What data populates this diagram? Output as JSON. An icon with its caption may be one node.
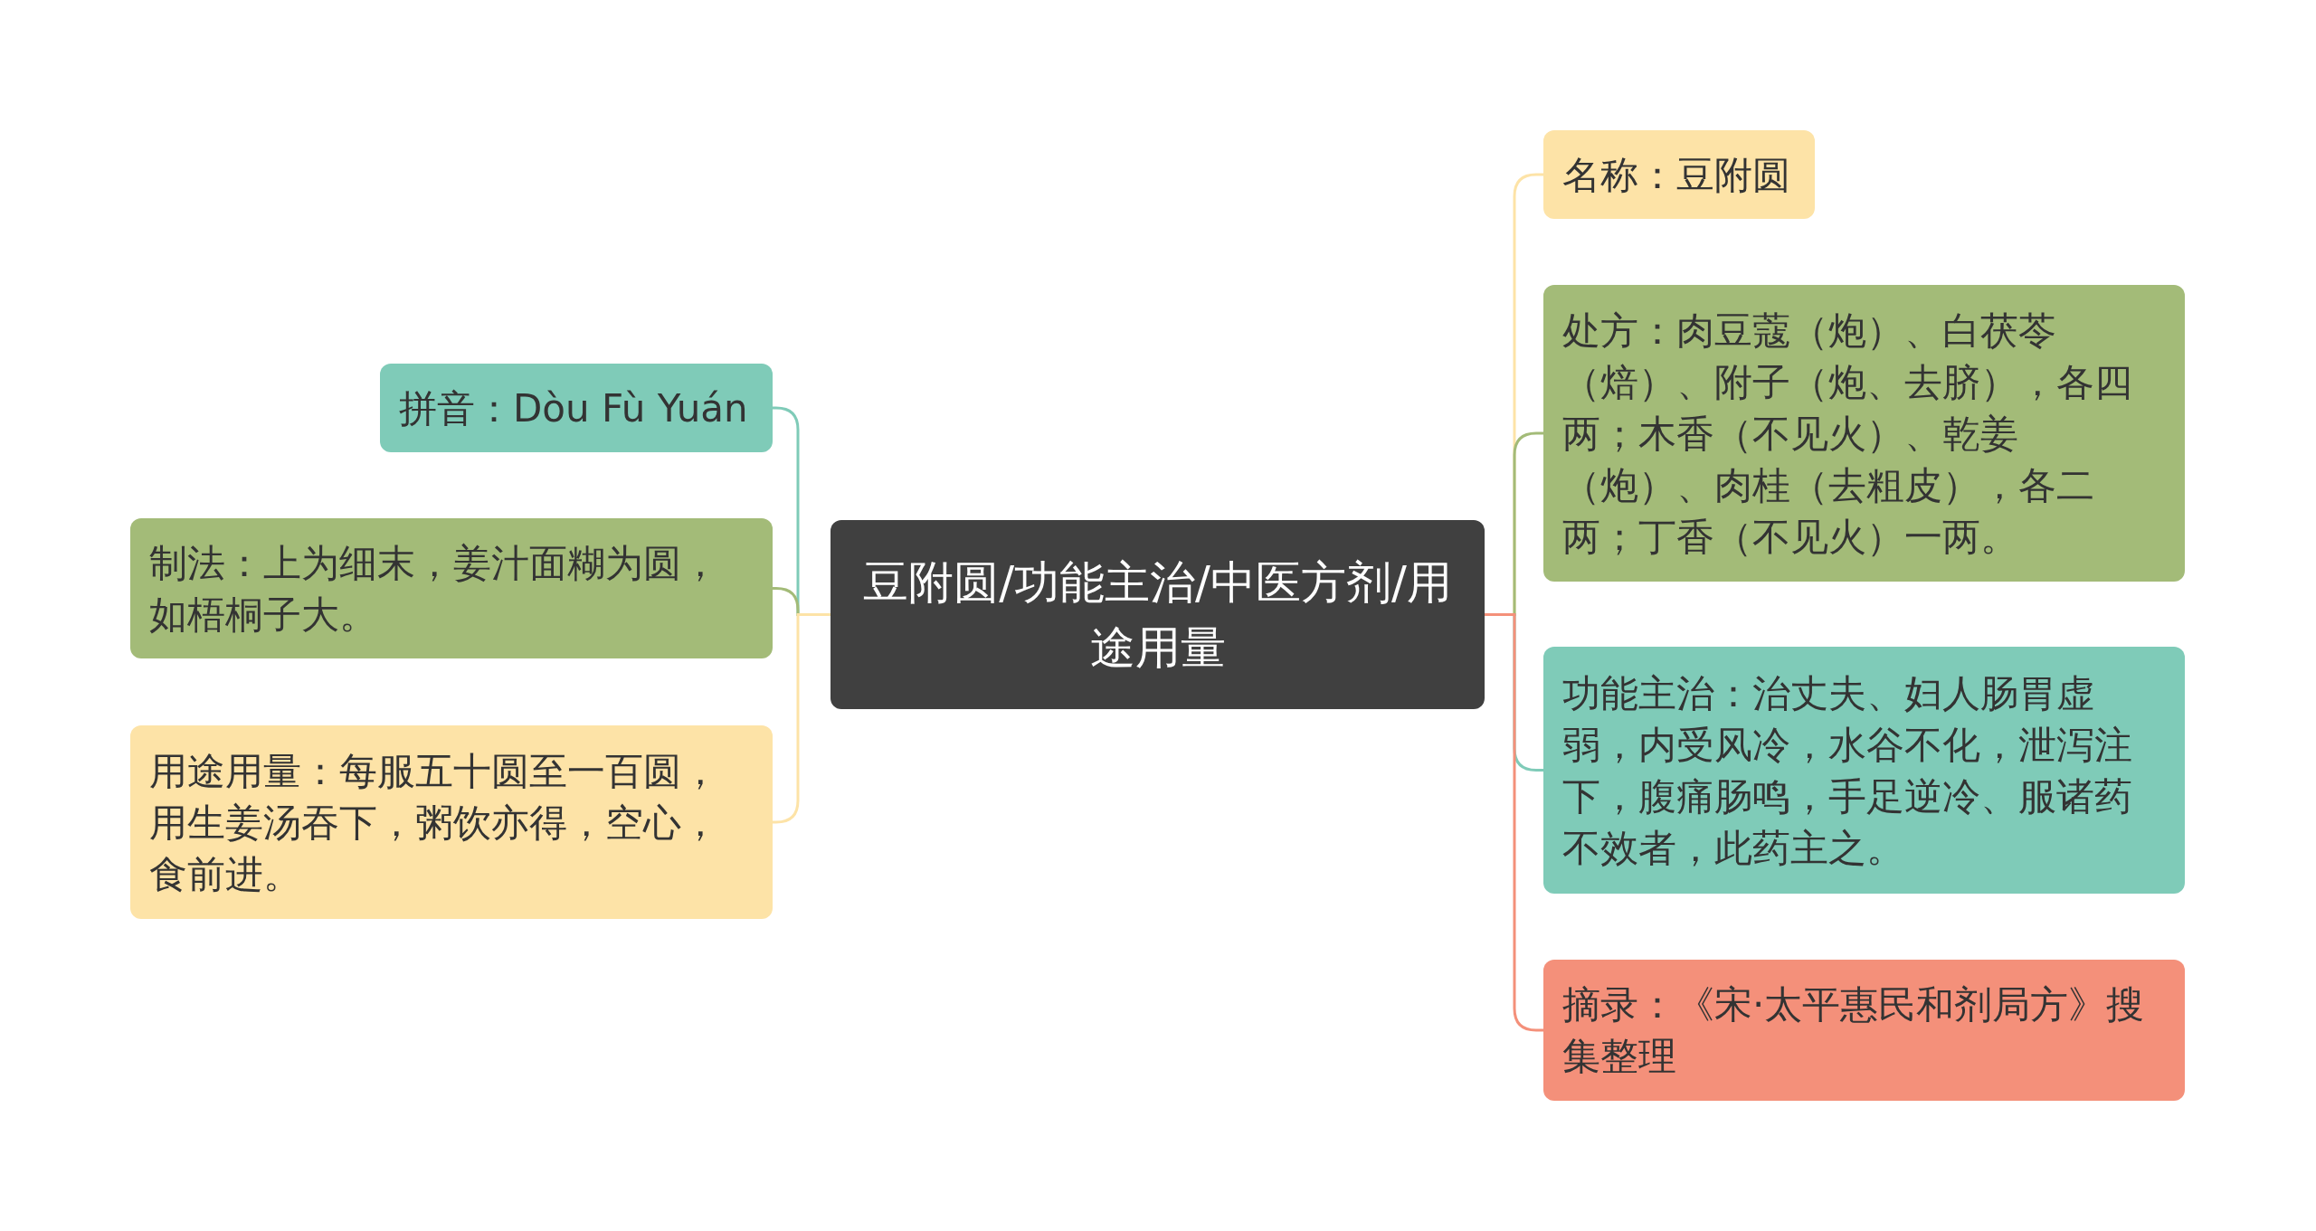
{
  "diagram": {
    "nodes": [
      {
        "text": [
          "豆附圆/功能主治/中医方剂/用途用量"
        ]
      },
      {
        "text": [
          "拼音：Dòu Fù Yuán"
        ]
      },
      {
        "text": [
          "制法：上为细末，姜汁面糊为圆，如梧桐子大。"
        ]
      },
      {
        "text": [
          "用途用量：每服五十圆至一百圆，用生姜汤吞下，粥饮亦得，空心，食前进。"
        ]
      },
      {
        "text": [
          "名称：豆附圆"
        ]
      },
      {
        "text": [
          "处方：肉豆蔻（炮）、白茯苓（焙）、附子（炮、去脐），各四两；木香（不见火）、乾姜（炮）、肉桂（去粗皮），各二两；丁香（不见火）一两。"
        ]
      },
      {
        "text": [
          "功能主治：治丈夫、妇人肠胃虚弱，内受风冷，水谷不化，泄泻注下，腹痛肠鸣，手足逆冷、服诸药不效者，此药主之。"
        ]
      },
      {
        "text": [
          "摘录：《宋·太平惠民和剂局方》搜集整理"
        ]
      }
    ],
    "edges": [
      {
        "from": 0,
        "to": 1,
        "arrow": "none",
        "color": "#7fcbb8"
      },
      {
        "from": 0,
        "to": 2,
        "arrow": "none",
        "color": "#a3bb78"
      },
      {
        "from": 0,
        "to": 3,
        "arrow": "none",
        "color": "#fde3a7"
      },
      {
        "from": 0,
        "to": 4,
        "arrow": "none",
        "color": "#fde3a7"
      },
      {
        "from": 0,
        "to": 5,
        "arrow": "none",
        "color": "#a3bb78"
      },
      {
        "from": 0,
        "to": 6,
        "arrow": "none",
        "color": "#7fcbb8"
      },
      {
        "from": 0,
        "to": 7,
        "arrow": "none",
        "color": "#f4907a"
      }
    ]
  }
}
